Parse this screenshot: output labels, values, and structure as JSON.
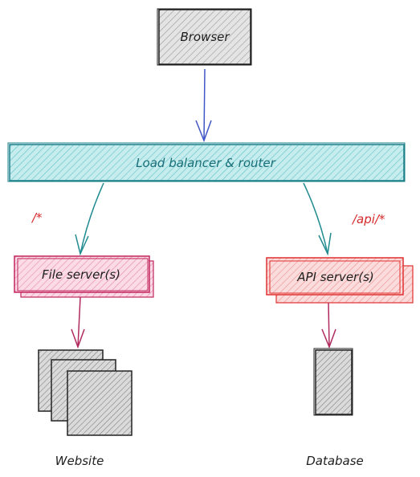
{
  "nodes": {
    "browser": {
      "label": "Browser"
    },
    "load_balancer": {
      "label": "Load balancer & router"
    },
    "file_server": {
      "label": "File server(s)"
    },
    "api_server": {
      "label": "API server(s)"
    },
    "website": {
      "label": "Website"
    },
    "database": {
      "label": "Database"
    }
  },
  "edges": {
    "file_route": {
      "label": "/*"
    },
    "api_route": {
      "label": "/api/*"
    }
  },
  "colors": {
    "browser_fill": "#dcdcdc",
    "browser_stroke": "#1e1e1e",
    "balancer_fill": "#bfe8ea",
    "balancer_stroke": "#1a7f87",
    "balancer_text": "#1a6f78",
    "file_fill": "#f6c6d6",
    "file_stroke": "#c2255c",
    "api_fill": "#f7c8c8",
    "api_stroke": "#e03131",
    "arrow_blue": "#4056c6",
    "arrow_teal": "#1f8a8f",
    "arrow_pink": "#b02a5e",
    "route_label": "#d62a2a",
    "storage_fill": "#d0d0d0",
    "storage_stroke": "#222222"
  }
}
